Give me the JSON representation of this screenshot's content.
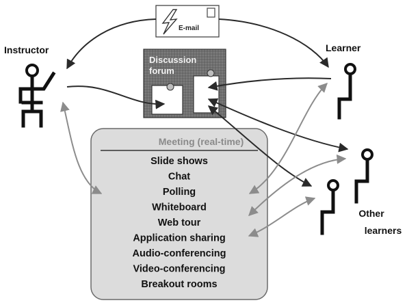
{
  "actors": {
    "instructor": "Instructor",
    "learner": "Learner",
    "other_learners_line1": "Other",
    "other_learners_line2": "learners"
  },
  "email": {
    "label": "E-mail",
    "icon": "lightning-icon"
  },
  "forum": {
    "line1": "Discussion",
    "line2": "forum"
  },
  "meeting": {
    "title": "Meeting (real-time)",
    "items": [
      "Slide shows",
      "Chat",
      "Polling",
      "Whiteboard",
      "Web tour",
      "Application sharing",
      "Audio-conferencing",
      "Video-conferencing",
      "Breakout rooms"
    ]
  },
  "colors": {
    "dark_arrow": "#2a2a2a",
    "gray_arrow": "#8c8c8c",
    "meeting_fill": "#dcdcdc",
    "forum_fill": "#6e6e6e"
  }
}
